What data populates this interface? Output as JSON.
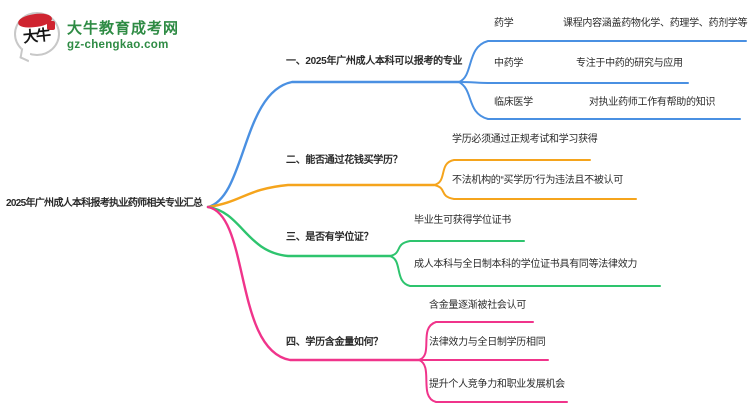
{
  "logo": {
    "brand_name": "大牛教育成考网",
    "domain": "gz-chengkao.com",
    "brand_color": "#2e8b44",
    "seal_color": "#cf2430",
    "seal_text": "大牛"
  },
  "title": "2025年广州成人本科报考执业药师相关专业汇总",
  "text_color": "#2b2b2b",
  "branches": [
    {
      "label": "一、2025年广州成人本科可以报考的专业",
      "color": "#4a90e2",
      "children": [
        {
          "title": "药学",
          "desc": "课程内容涵盖药物化学、药理学、药剂学等"
        },
        {
          "title": "中药学",
          "desc": "专注于中药的研究与应用"
        },
        {
          "title": "临床医学",
          "desc": "对执业药师工作有帮助的知识"
        }
      ]
    },
    {
      "label": "二、能否通过花钱买学历？",
      "color": "#f5a41c",
      "children": [
        {
          "title": "学历必须通过正规考试和学习获得"
        },
        {
          "title": "不法机构的“买学历”行为违法且不被认可"
        }
      ]
    },
    {
      "label": "三、是否有学位证？",
      "color": "#2ec46e",
      "children": [
        {
          "title": "毕业生可获得学位证书"
        },
        {
          "title": "成人本科与全日制本科的学位证书具有同等法律效力"
        }
      ]
    },
    {
      "label": "四、学历含金量如何？",
      "color": "#f0348b",
      "children": [
        {
          "title": "含金量逐渐被社会认可"
        },
        {
          "title": "法律效力与全日制学历相同"
        },
        {
          "title": "提升个人竞争力和职业发展机会"
        }
      ]
    }
  ]
}
